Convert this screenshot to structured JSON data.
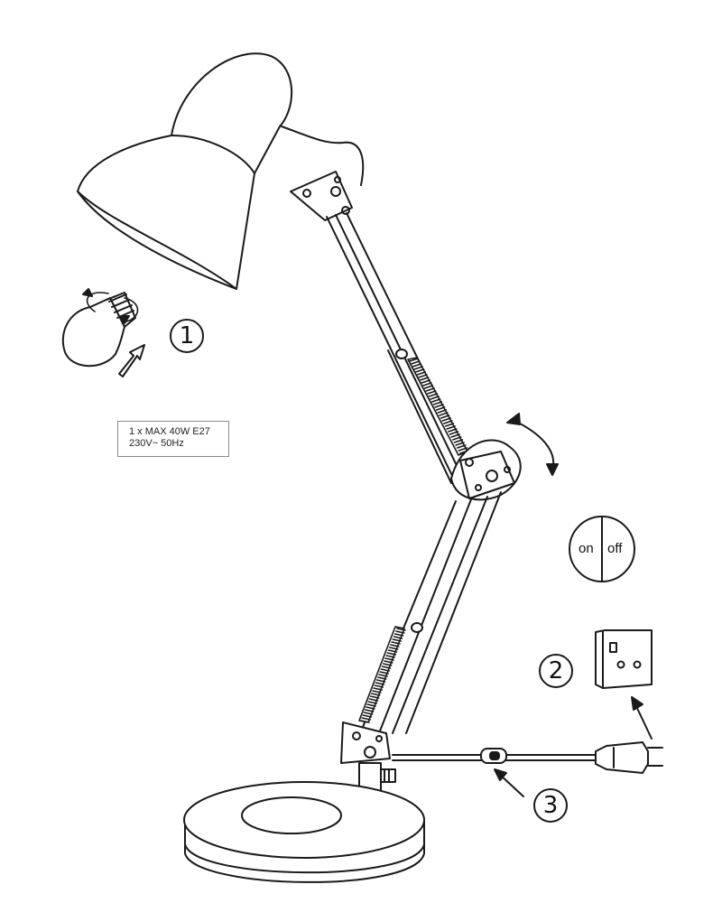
{
  "steps": [
    {
      "id": "step-1",
      "label": "1"
    },
    {
      "id": "step-2",
      "label": "2"
    },
    {
      "id": "step-3",
      "label": "3"
    }
  ],
  "spec": {
    "line1": "1 x MAX 40W E27",
    "line2": "230V~ 50Hz"
  },
  "switch": {
    "on_label": "on",
    "off_label": "off"
  },
  "colors": {
    "line": "#1a1a1a",
    "background": "#ffffff"
  }
}
